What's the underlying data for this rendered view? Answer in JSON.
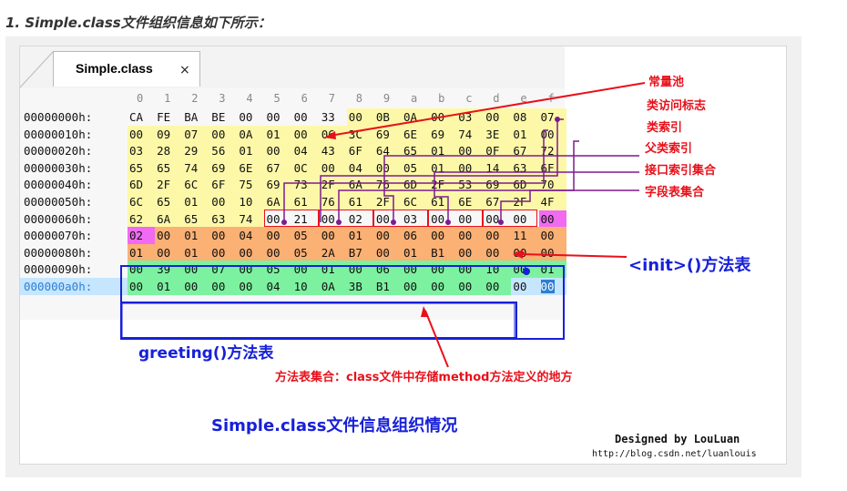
{
  "heading": "1. Simple.class文件组织信息如下所示：",
  "tab": {
    "title": "Simple.class",
    "close": "×"
  },
  "column_headers": [
    "0",
    "1",
    "2",
    "3",
    "4",
    "5",
    "6",
    "7",
    "8",
    "9",
    "a",
    "b",
    "c",
    "d",
    "e",
    "f"
  ],
  "rows": [
    {
      "addr": "00000000h:",
      "bytes": [
        "CA",
        "FE",
        "BA",
        "BE",
        "00",
        "00",
        "00",
        "33",
        "00",
        "0B",
        "0A",
        "00",
        "03",
        "00",
        "08",
        "07"
      ]
    },
    {
      "addr": "00000010h:",
      "bytes": [
        "00",
        "09",
        "07",
        "00",
        "0A",
        "01",
        "00",
        "06",
        "3C",
        "69",
        "6E",
        "69",
        "74",
        "3E",
        "01",
        "00"
      ]
    },
    {
      "addr": "00000020h:",
      "bytes": [
        "03",
        "28",
        "29",
        "56",
        "01",
        "00",
        "04",
        "43",
        "6F",
        "64",
        "65",
        "01",
        "00",
        "0F",
        "67",
        "72"
      ]
    },
    {
      "addr": "00000030h:",
      "bytes": [
        "65",
        "65",
        "74",
        "69",
        "6E",
        "67",
        "0C",
        "00",
        "04",
        "00",
        "05",
        "01",
        "00",
        "14",
        "63",
        "6F"
      ]
    },
    {
      "addr": "00000040h:",
      "bytes": [
        "6D",
        "2F",
        "6C",
        "6F",
        "75",
        "69",
        "73",
        "2F",
        "6A",
        "76",
        "6D",
        "2F",
        "53",
        "69",
        "6D",
        "70"
      ]
    },
    {
      "addr": "00000050h:",
      "bytes": [
        "6C",
        "65",
        "01",
        "00",
        "10",
        "6A",
        "61",
        "76",
        "61",
        "2F",
        "6C",
        "61",
        "6E",
        "67",
        "2F",
        "4F"
      ]
    },
    {
      "addr": "00000060h:",
      "bytes": [
        "62",
        "6A",
        "65",
        "63",
        "74",
        "00",
        "21",
        "00",
        "02",
        "00",
        "03",
        "00",
        "00",
        "00",
        "00",
        "00"
      ]
    },
    {
      "addr": "00000070h:",
      "bytes": [
        "02",
        "00",
        "01",
        "00",
        "04",
        "00",
        "05",
        "00",
        "01",
        "00",
        "06",
        "00",
        "00",
        "00",
        "11",
        "00"
      ]
    },
    {
      "addr": "00000080h:",
      "bytes": [
        "01",
        "00",
        "01",
        "00",
        "00",
        "00",
        "05",
        "2A",
        "B7",
        "00",
        "01",
        "B1",
        "00",
        "00",
        "00",
        "00"
      ]
    },
    {
      "addr": "00000090h:",
      "bytes": [
        "00",
        "39",
        "00",
        "07",
        "00",
        "05",
        "00",
        "01",
        "00",
        "06",
        "00",
        "00",
        "00",
        "10",
        "00",
        "01"
      ]
    },
    {
      "addr": "000000a0h:",
      "bytes": [
        "00",
        "01",
        "00",
        "00",
        "00",
        "04",
        "10",
        "0A",
        "3B",
        "B1",
        "00",
        "00",
        "00",
        "00",
        "00",
        "00"
      ]
    }
  ],
  "labels": {
    "constant_pool": "常量池",
    "access_flags": "类访问标志",
    "this_class": "类索引",
    "super_class": "父类索引",
    "interfaces": "接口索引集合",
    "fields": "字段表集合",
    "init_method": "<init>()方法表",
    "greeting_method": "greeting()方法表",
    "method_set": "方法表集合：class文件中存储method方法定义的地方",
    "caption": "Simple.class文件信息组织情况"
  },
  "credit": {
    "designed": "Designed by LouLuan",
    "url": "http://blog.csdn.net/luanlouis"
  },
  "colors": {
    "constant_pool": "#fdf8a8",
    "init_method": "#fbb074",
    "greeting_method": "#7cf2a0",
    "annotation": "#e8101a",
    "method_label": "#1720d8",
    "connector": "#7b1c8e",
    "selected": "#c6e6ff",
    "magenta": "#f06af2"
  }
}
